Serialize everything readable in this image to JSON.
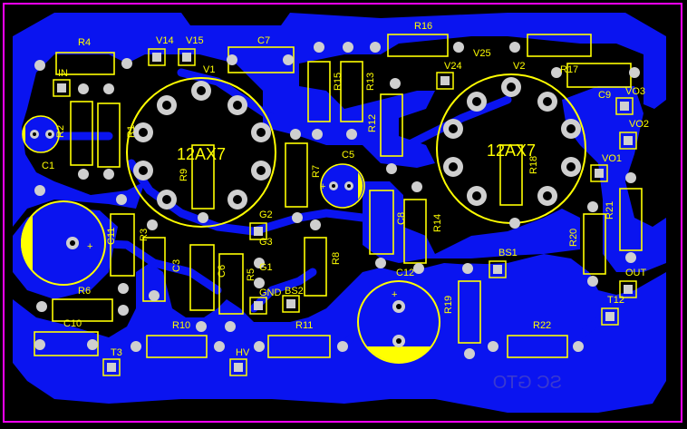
{
  "colors": {
    "background": "#000000",
    "copper": "#0a14f0",
    "silkscreen": "#ffff00",
    "pad": "#cfcfcf",
    "board_outline": "#ff00ff",
    "mirrored_text": "#3a3ad0"
  },
  "tubes": {
    "v1": {
      "ref": "V1",
      "value": "12AX7"
    },
    "v2": {
      "ref": "V2",
      "value": "12AX7"
    }
  },
  "resistors": {
    "r1": "R1",
    "r2": "R2",
    "r3": "R3",
    "r4": "R4",
    "r5": "R5",
    "r6": "R6",
    "r7": "R7",
    "r8": "R8",
    "r9": "R9",
    "r10": "R10",
    "r11": "R11",
    "r12": "R12",
    "r13": "R13",
    "r14": "R14",
    "r15": "R15",
    "r16": "R16",
    "r17": "R17",
    "r18": "R18",
    "r19": "R19",
    "r20": "R20",
    "r21": "R21",
    "r22": "R22"
  },
  "capacitors": {
    "c1": "C1",
    "c3": "C3",
    "c5": "C5",
    "c6": "C6",
    "c7": "C7",
    "c8": "C8",
    "c9": "C9",
    "c10": "C10",
    "c11": "C11",
    "c12": "C12"
  },
  "connectors": {
    "in": "IN",
    "out": "OUT",
    "hv": "HV",
    "gnd": "GND",
    "g1": "G1",
    "g2": "G2",
    "g3": "G3",
    "bs1": "BS1",
    "bs2": "BS2",
    "t3": "T3",
    "t12": "T12",
    "v14": "V14",
    "v15": "V15",
    "v24": "V24",
    "v25": "V25",
    "vo1": "VO1",
    "vo2": "VO2",
    "vo3": "VO3"
  },
  "polarity": {
    "c1": "+",
    "c5": "+",
    "c11": "+",
    "c12": "+"
  },
  "mirrored_text": "SC GTO"
}
